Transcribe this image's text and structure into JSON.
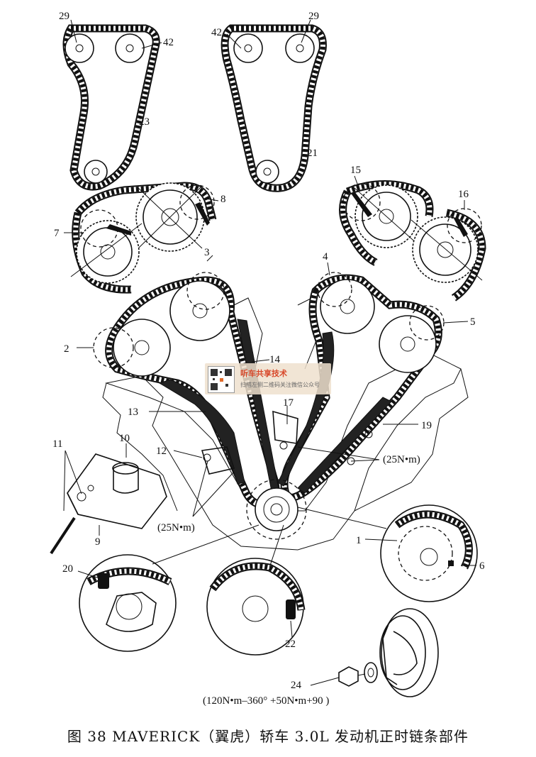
{
  "labels": {
    "l29a": "29",
    "l42a": "42",
    "l23": "23",
    "l42b": "42",
    "l29b": "29",
    "l21": "21",
    "l8": "8",
    "l7": "7",
    "l3": "3",
    "l15": "15",
    "l16": "16",
    "l4": "4",
    "l5": "5",
    "l2": "2",
    "l14": "14",
    "l13": "13",
    "l17": "17",
    "l19": "19",
    "l11": "11",
    "l10": "10",
    "l12": "12",
    "l9": "9",
    "l1": "1",
    "l6": "6",
    "l20": "20",
    "l22": "22",
    "l24": "24"
  },
  "torque": {
    "t1": "(25N•m)",
    "t2": "(25N•m)",
    "t3": "(120N•m–360° +50N•m+90 )"
  },
  "watermark": {
    "title": "听车共享技术",
    "subtitle": "扫描左侧二维码关注微信公众号"
  },
  "caption": "图 38   MAVERICK（翼虎）轿车 3.0L 发动机正时链条部件"
}
